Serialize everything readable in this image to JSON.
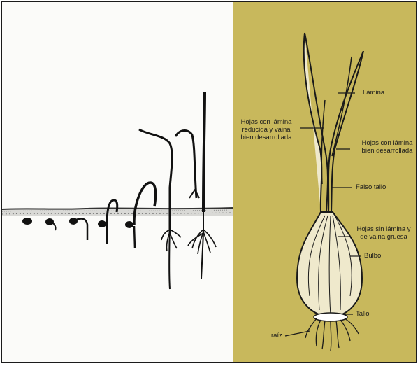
{
  "colors": {
    "panel_right": "#c8b85c",
    "panel_left": "#fbfbf9",
    "ink": "#1a1a1a",
    "soil": "#555555"
  },
  "labels": {
    "lamina": "Lámina",
    "hojas_reducida": [
      "Hojas con lámina",
      "reducida y vaina",
      "bien desarrollada"
    ],
    "hojas_desarrollada": [
      "Hojas con lámina",
      "bien desarrollada"
    ],
    "falso_tallo": "Falso tallo",
    "hojas_sin_lamina": [
      "Hojas sin lámina y",
      "de vaina gruesa"
    ],
    "bulbo": "Bulbo",
    "tallo": "Tallo",
    "raiz": "raíz"
  }
}
